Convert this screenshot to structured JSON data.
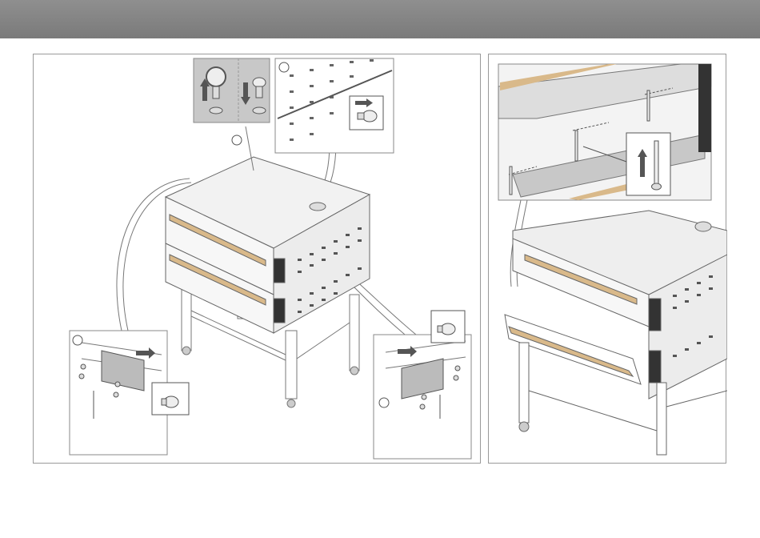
{
  "header": {
    "title": ""
  },
  "steps": [
    {
      "id": "1",
      "label": ""
    },
    {
      "id": "2",
      "label": ""
    },
    {
      "id": "3",
      "label": ""
    },
    {
      "id": "4",
      "label": ""
    }
  ],
  "icons": {
    "eyebolt": "eyebolt-icon",
    "screw": "screw-icon",
    "arrow_up": "arrow-up-icon",
    "arrow_down": "arrow-down-icon",
    "arrow_right": "arrow-right-icon"
  },
  "colors": {
    "header": "#828282",
    "frame": "#9a9a9a",
    "metal": "#e8e8e8",
    "wood": "#d9b98a",
    "detail_bg": "#c8c8c8"
  }
}
